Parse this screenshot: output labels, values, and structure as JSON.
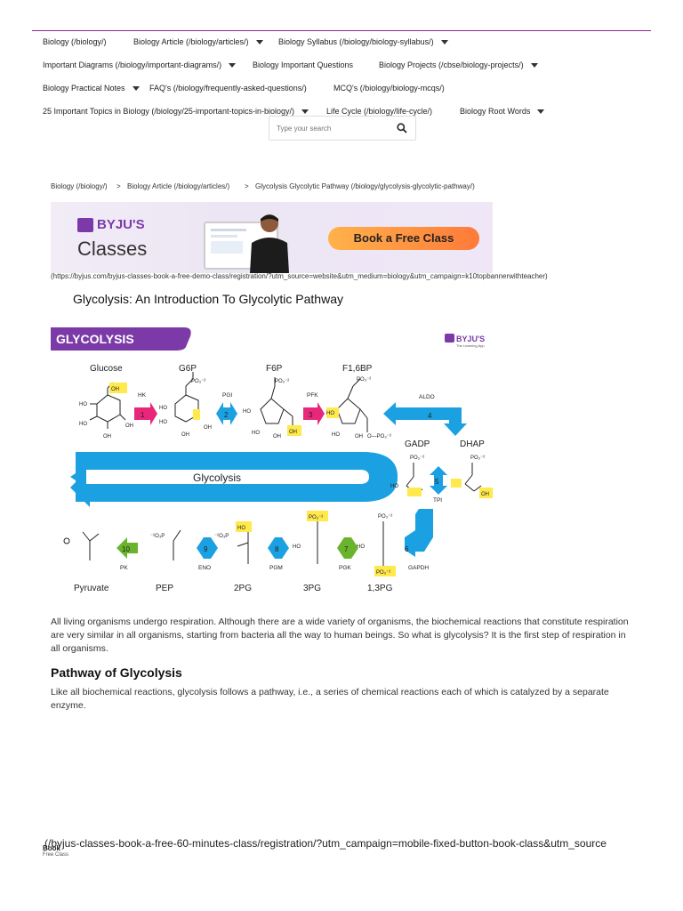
{
  "nav": {
    "row1": [
      {
        "label": "Biology (/biology/)",
        "caret": false
      },
      {
        "label": "Biology Article (/biology/articles/)",
        "caret": true
      },
      {
        "label": "Biology Syllabus (/biology/biology-syllabus/)",
        "caret": true
      }
    ],
    "row2": [
      {
        "label": "Important Diagrams (/biology/important-diagrams/)",
        "caret": true
      },
      {
        "label": "Biology Important Questions",
        "caret": false
      },
      {
        "label": "Biology Projects (/cbse/biology-projects/)",
        "caret": true
      }
    ],
    "row3": [
      {
        "label": "Biology Practical Notes",
        "caret": true
      },
      {
        "label": "FAQ's (/biology/frequently-asked-questions/)",
        "caret": false
      },
      {
        "label": "MCQ's (/biology/biology-mcqs/)",
        "caret": false
      }
    ],
    "row4": [
      {
        "label": "25 Important Topics in Biology (/biology/25-important-topics-in-biology/)",
        "caret": true
      },
      {
        "label": "Life Cycle (/biology/life-cycle/)",
        "caret": false
      },
      {
        "label": "Biology Root Words",
        "caret": true
      }
    ]
  },
  "search": {
    "placeholder": "Type your search"
  },
  "breadcrumb": {
    "items": [
      "Biology (/biology/)",
      "Biology Article (/biology/articles/)",
      "Glycolysis Glycolytic Pathway (/biology/glycolysis-glycolytic-pathway/)"
    ],
    "sep": ">"
  },
  "banner": {
    "brand": "BYJU'S",
    "product": "Classes",
    "cta": "Book a Free Class",
    "url": "(https://byjus.com/byjus-classes-book-a-free-demo-class/registration/?utm_source=website&utm_medium=biology&utm_campaign=k10topbannerwithteacher)"
  },
  "article": {
    "title": "Glycolysis: An Introduction To Glycolytic Pathway",
    "intro": "All living organisms undergo respiration. Although there are a wide variety of organisms, the biochemical reactions that constitute respiration are very similar in all organisms, starting from bacteria all the way to human beings. So what is glycolysis? It is the first step of respiration in all organisms.",
    "section_title": "Pathway of Glycolysis",
    "section_text": "Like all biochemical reactions, glycolysis follows a pathway, i.e., a series of chemical reactions each of which is catalyzed by a separate enzyme."
  },
  "diagram": {
    "header": "GLYCOLYSIS",
    "logo": "BYJU'S",
    "logo_sub": "The Learning App",
    "center_label": "Glycolysis",
    "top_compounds": [
      "Glucose",
      "G6P",
      "F6P",
      "F1,6BP"
    ],
    "right_compounds": [
      "GADP",
      "DHAP"
    ],
    "bottom_compounds": [
      "Pyruvate",
      "PEP",
      "2PG",
      "3PG",
      "1,3PG"
    ],
    "enzymes_top": [
      "HK",
      "PGI",
      "PFK",
      "ALDO"
    ],
    "enzyme_tpi": "TPI",
    "enzymes_bottom": [
      "PK",
      "ENO",
      "PGM",
      "PGK",
      "GAPDH"
    ],
    "steps": [
      "1",
      "2",
      "3",
      "4",
      "5",
      "6",
      "7",
      "8",
      "9",
      "10"
    ],
    "group_labels": {
      "po3": "PO₃⁻²",
      "oh": "OH",
      "ho": "HO",
      "o_po3": "O—PO₃⁻²",
      "o3p": "⁻²O₃P"
    },
    "colors": {
      "header_bg": "#7b3aa8",
      "arrow_blue": "#1ba1e2",
      "step_pink": "#e8267a",
      "step_green": "#6ab42d",
      "highlight": "#ffe94d"
    }
  },
  "fixed_button": {
    "link": "(/byjus-classes-book-a-free-60-minutes-class/registration/?utm_campaign=mobile-fixed-button-book-class&utm_source",
    "book": "Book",
    "free": "Free Class"
  }
}
